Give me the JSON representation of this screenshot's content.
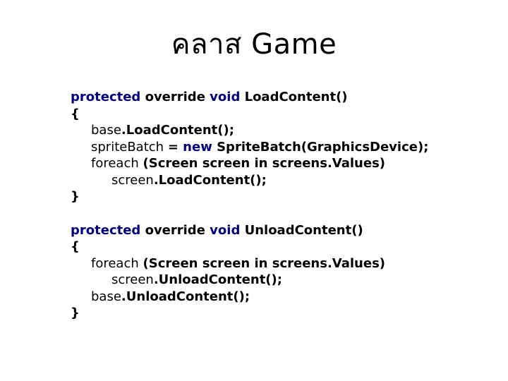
{
  "slide": {
    "title": {
      "text": "คลาส Game",
      "thai": "คลาส",
      "latin": "Game"
    }
  },
  "colors": {
    "background": "#ffffff",
    "title_text": "#000000",
    "code_text": "#000000",
    "keyword": "#000080"
  },
  "code_blocks": [
    {
      "name": "load-content-method",
      "lines": [
        {
          "indent": 0,
          "segments": [
            {
              "t": "protected ",
              "s": "kw"
            },
            {
              "t": "override ",
              "s": "b"
            },
            {
              "t": "void ",
              "s": "kw"
            },
            {
              "t": "LoadContent()",
              "s": "b"
            }
          ]
        },
        {
          "indent": 0,
          "segments": [
            {
              "t": "{",
              "s": "b"
            }
          ]
        },
        {
          "indent": 1,
          "segments": [
            {
              "t": "base",
              "s": "r"
            },
            {
              "t": ".LoadContent();",
              "s": "b"
            }
          ]
        },
        {
          "indent": 1,
          "segments": [
            {
              "t": "spriteBatch ",
              "s": "r"
            },
            {
              "t": "= ",
              "s": "b"
            },
            {
              "t": "new ",
              "s": "kw"
            },
            {
              "t": "SpriteBatch(GraphicsDevice);",
              "s": "b"
            }
          ]
        },
        {
          "indent": 1,
          "segments": [
            {
              "t": "foreach ",
              "s": "r"
            },
            {
              "t": "(Screen screen in screens.Values)",
              "s": "b"
            }
          ]
        },
        {
          "indent": 2,
          "segments": [
            {
              "t": "screen",
              "s": "r"
            },
            {
              "t": ".LoadContent();",
              "s": "b"
            }
          ]
        },
        {
          "indent": 0,
          "segments": [
            {
              "t": "}",
              "s": "b"
            }
          ]
        }
      ]
    },
    {
      "name": "unload-content-method",
      "lines": [
        {
          "indent": 0,
          "segments": [
            {
              "t": "protected ",
              "s": "kw"
            },
            {
              "t": "override ",
              "s": "b"
            },
            {
              "t": "void ",
              "s": "kw"
            },
            {
              "t": "UnloadContent()",
              "s": "b"
            }
          ]
        },
        {
          "indent": 0,
          "segments": [
            {
              "t": "{",
              "s": "b"
            }
          ]
        },
        {
          "indent": 1,
          "segments": [
            {
              "t": "foreach ",
              "s": "r"
            },
            {
              "t": "(Screen screen in screens.Values)",
              "s": "b"
            }
          ]
        },
        {
          "indent": 2,
          "segments": [
            {
              "t": "screen",
              "s": "r"
            },
            {
              "t": ".UnloadContent();",
              "s": "b"
            }
          ]
        },
        {
          "indent": 1,
          "segments": [
            {
              "t": "base",
              "s": "r"
            },
            {
              "t": ".UnloadContent();",
              "s": "b"
            }
          ]
        },
        {
          "indent": 0,
          "segments": [
            {
              "t": "}",
              "s": "b"
            }
          ]
        }
      ]
    }
  ]
}
